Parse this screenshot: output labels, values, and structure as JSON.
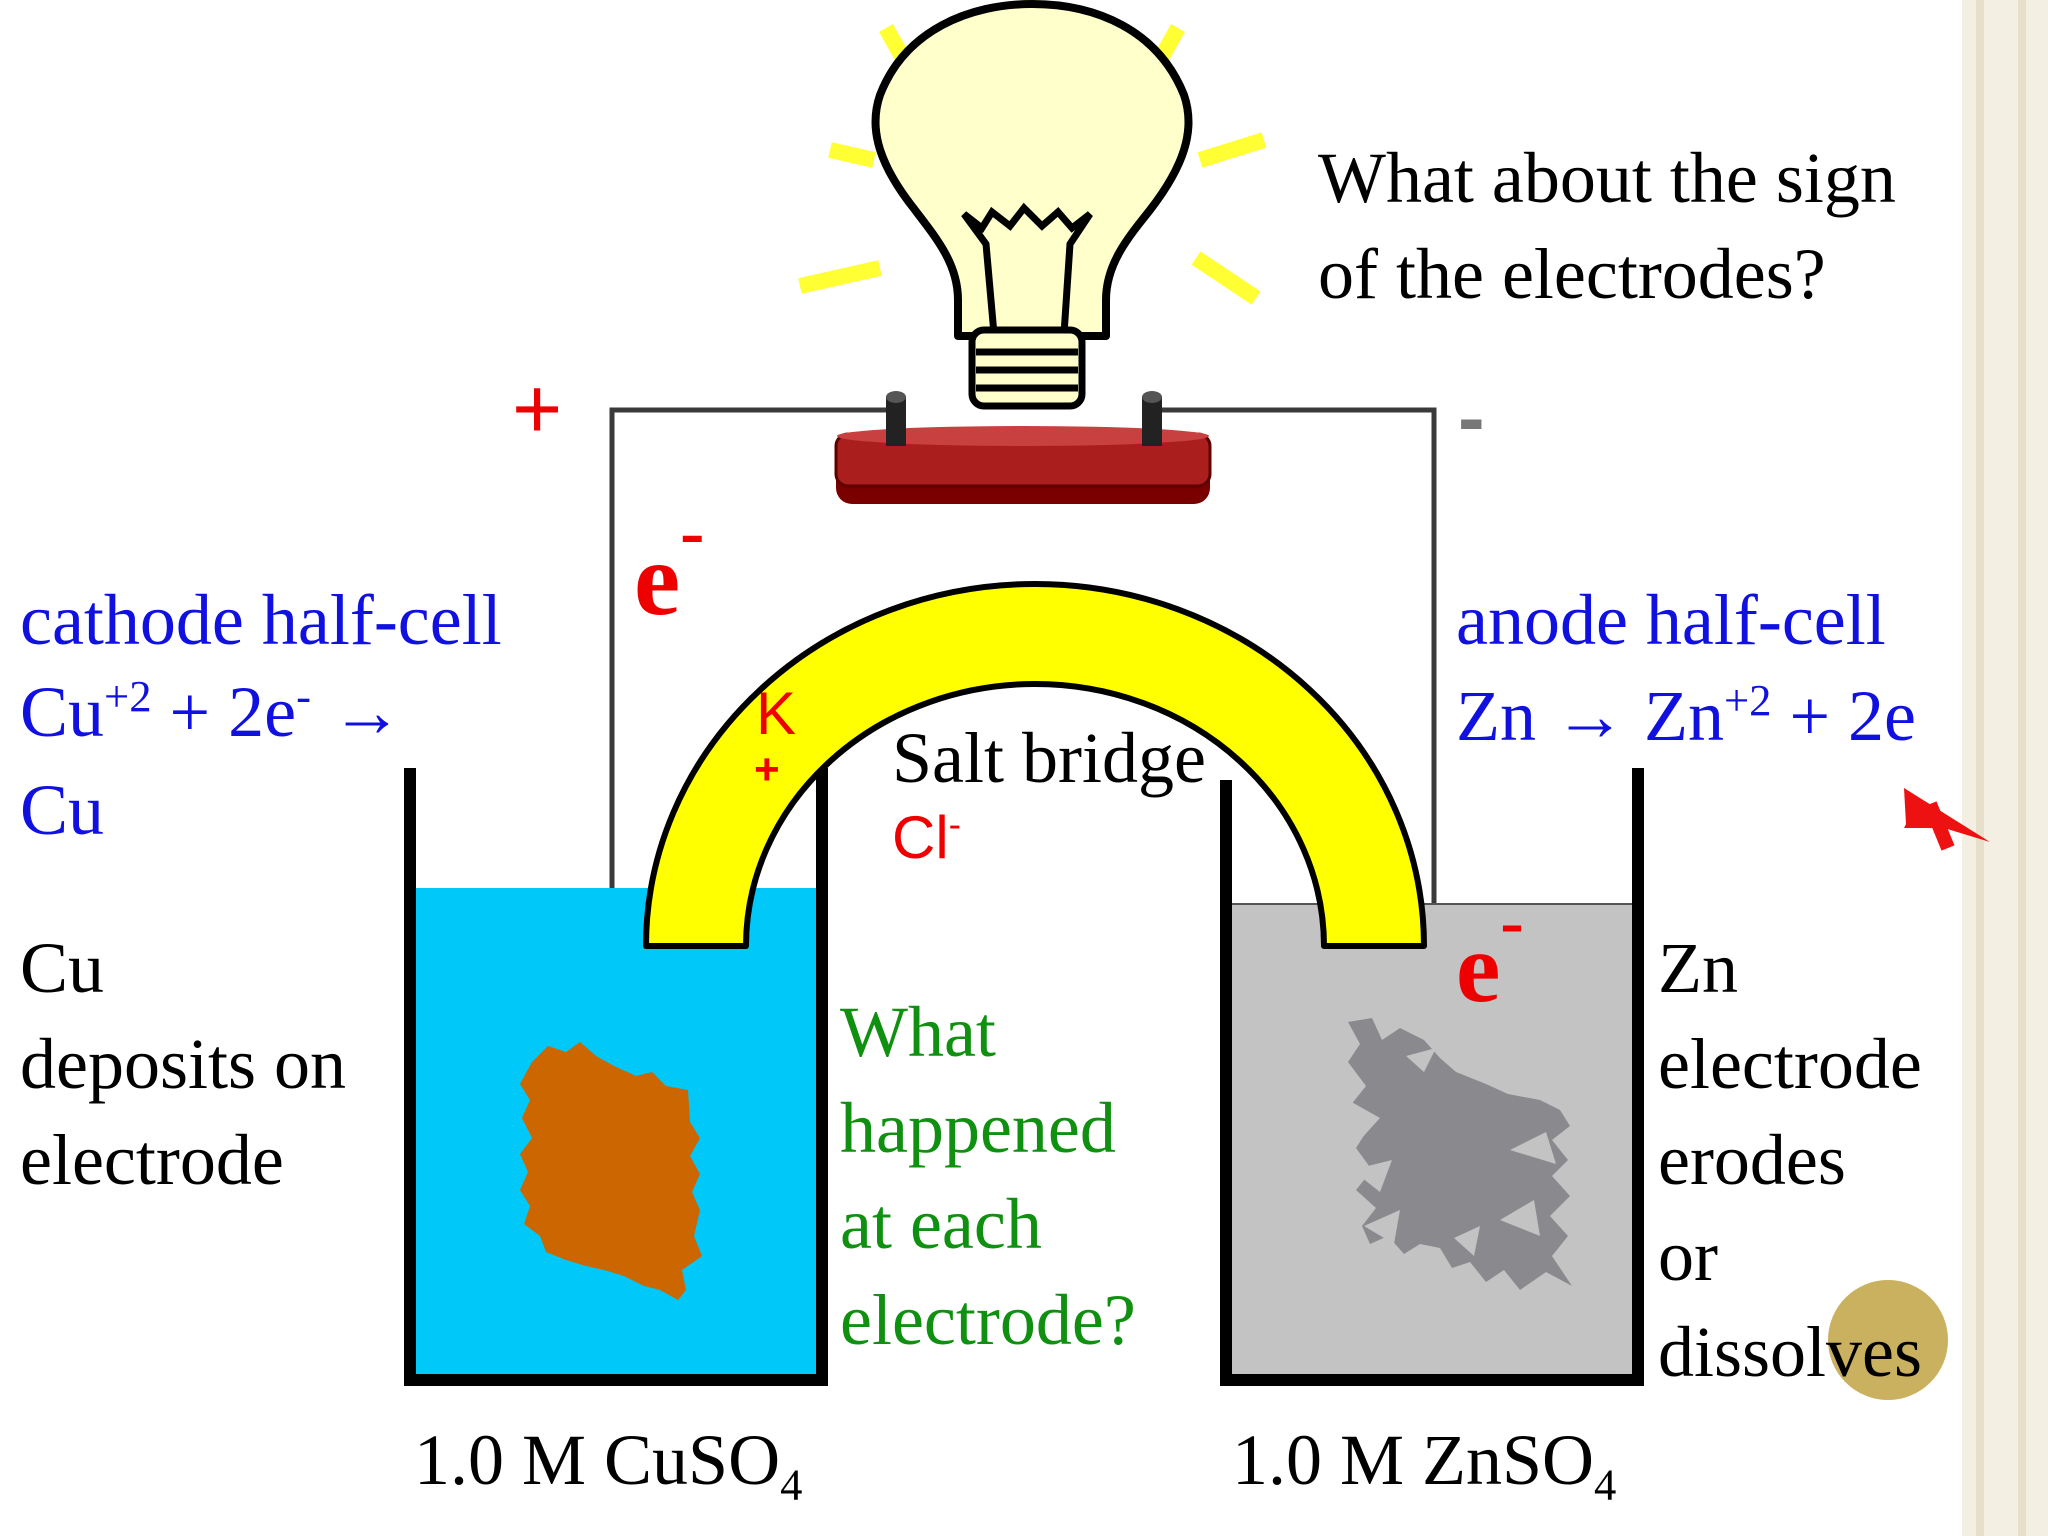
{
  "question_top": [
    "What about the sign",
    "of the electrodes?"
  ],
  "terminal_left_sign": "+",
  "terminal_right_sign": "-",
  "electron_symbol": "e",
  "electron_superscript": "-",
  "cathode": {
    "title": "cathode half-cell",
    "eq_line1_part1": "Cu",
    "eq_line1_sup": "+2",
    "eq_line1_part2": " +  2e",
    "eq_line1_sup2": "-",
    "eq_line1_arrow": " →",
    "eq_line2": "Cu",
    "note": [
      "Cu",
      "deposits on",
      "electrode"
    ]
  },
  "anode": {
    "title": "anode half-cell",
    "eq_part1": "Zn  →  Zn",
    "eq_sup": "+2",
    "eq_part2": "  +  2e",
    "note": [
      "Zn",
      "electrode",
      "erodes",
      "or",
      "dissolves"
    ]
  },
  "salt_bridge": {
    "label": "Salt bridge",
    "cation": "K",
    "cation_charge": "+",
    "anion": "Cl",
    "anion_charge": "-"
  },
  "question_middle": [
    "What",
    "happened",
    "at each",
    "electrode?"
  ],
  "beaker_left": {
    "label_main": "1.0 M CuSO",
    "label_sub": "4"
  },
  "beaker_right": {
    "label_main": "1.0 M ZnSO",
    "label_sub": "4"
  },
  "colors": {
    "cathode_solution": "#00c8f8",
    "anode_solution": "#c3c3c3",
    "copper": "#cc6600",
    "zinc": "#8a8a8e",
    "salt_bridge": "#ffff00",
    "bulb_glass": "#ffffcc",
    "bulb_base": "#990000",
    "rays": "#ffff33",
    "blue_text": "#1010e0",
    "green_text": "#109010",
    "red_text": "#ee0000"
  }
}
